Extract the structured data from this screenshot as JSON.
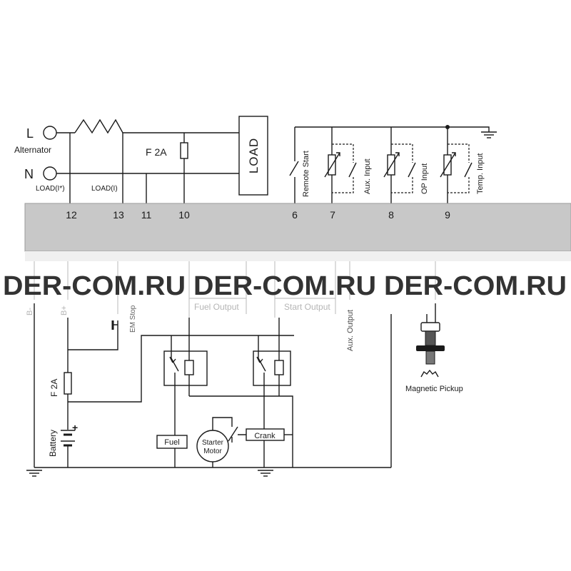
{
  "watermark": "DER-COM.RU DER-COM.RU DER-COM.RU",
  "alternator": {
    "l_label": "L",
    "n_label": "N",
    "name": "Alternator",
    "load_i_star": "LOAD(I*)",
    "load_i": "LOAD(I)"
  },
  "top": {
    "fuse": "F 2A",
    "load": "LOAD"
  },
  "inputs": {
    "remote_start": "Remote Start",
    "aux_input": "Aux. Input",
    "op_input": "OP Input",
    "temp_input": "Temp. Input"
  },
  "terminals": [
    "12",
    "13",
    "11",
    "10",
    "6",
    "7",
    "8",
    "9"
  ],
  "lower": {
    "b_minus": "B-",
    "b_plus": "B+",
    "em_stop": "EM Stop",
    "fuel_output": "Fuel Output",
    "start_output": "Start Output",
    "aux_output": "Aux. Output",
    "fuse": "F 2A",
    "battery": "Battery",
    "battery_plus": "+",
    "fuel": "Fuel",
    "starter_line1": "Starter",
    "starter_line2": "Motor",
    "crank": "Crank",
    "magnetic_pickup": "Magnetic Pickup"
  },
  "colors": {
    "panel": "#c8c8c8",
    "watermark": "#333333"
  }
}
